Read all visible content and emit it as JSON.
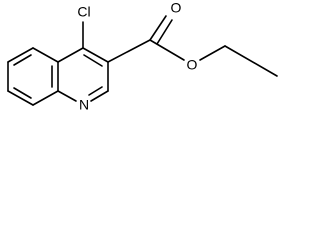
{
  "molecule": {
    "atoms": {
      "chlorine": "Cl",
      "carbonyl_oxygen": "O",
      "ester_oxygen": "O",
      "ring_nitrogen": "N"
    },
    "colors": {
      "line": "#000000",
      "background": "#ffffff"
    }
  }
}
